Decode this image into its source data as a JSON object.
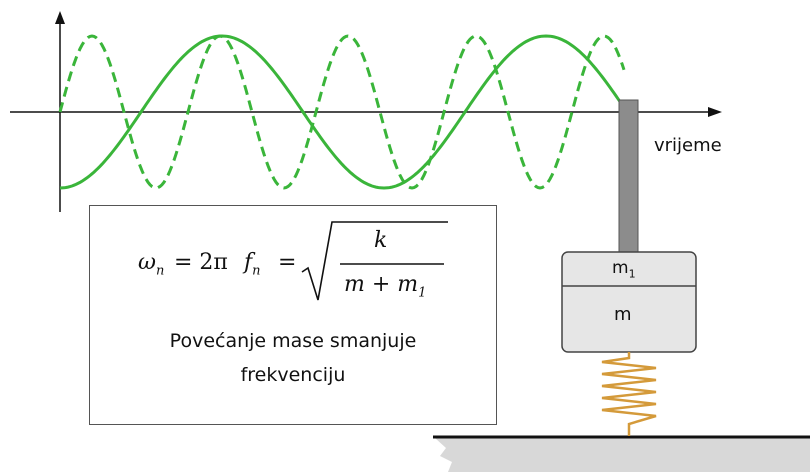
{
  "axis": {
    "time_label": "vrijeme"
  },
  "masses": {
    "top_label_base": "m",
    "top_label_sub": "1",
    "bottom_label": "m"
  },
  "formula": {
    "omega": "ω",
    "sub_n": "n",
    "eq1": "= 2π",
    "f": "f",
    "eq2": "=",
    "numerator": "k",
    "den_m": "m + m",
    "den_sub": "1"
  },
  "caption": {
    "line1": "Povećanje mase smanjuje",
    "line2": "frekvenciju"
  },
  "colors": {
    "wave": "#3ab53a",
    "spring": "#d49a3a",
    "ground": "#d8d8d8",
    "mass": "#e6e6e6",
    "rod": "#8c8c8c"
  }
}
